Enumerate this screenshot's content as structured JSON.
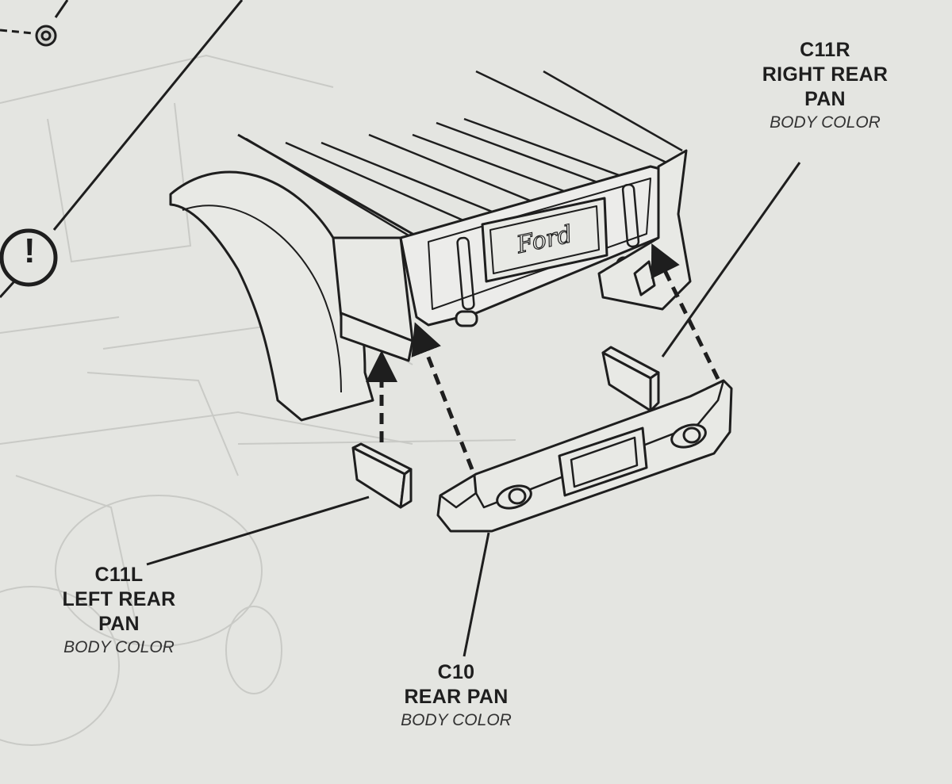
{
  "parts": {
    "c11r": {
      "code": "C11R",
      "name_line1": "RIGHT REAR",
      "name_line2": "PAN",
      "color": "BODY COLOR"
    },
    "c11l": {
      "code": "C11L",
      "name_line1": "LEFT REAR",
      "name_line2": "PAN",
      "color": "BODY COLOR"
    },
    "c10": {
      "code": "C10",
      "name_line1": "REAR PAN",
      "color": "BODY COLOR"
    }
  },
  "tailgate": {
    "brand": "Ford"
  },
  "warning": {
    "symbol": "!"
  },
  "icons": [
    "warning-icon",
    "assembly-arrow-icon"
  ],
  "colors": {
    "paper": "#e4e5e1",
    "ink": "#1e1e1e",
    "faint": "#c9cac6"
  }
}
